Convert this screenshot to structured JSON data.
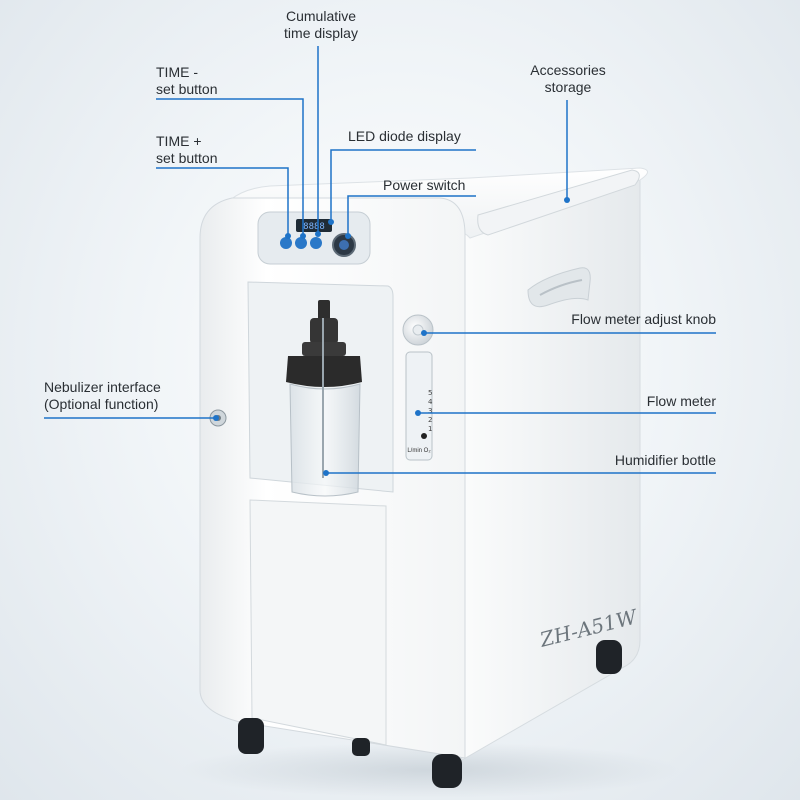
{
  "labels": {
    "cumulative_time_display": "Cumulative\ntime display",
    "time_minus": "TIME -\nset button",
    "time_plus": "TIME +\nset button",
    "led_display": "LED diode display",
    "power_switch": "Power switch",
    "accessories_storage": "Accessories\nstorage",
    "flow_knob": "Flow meter adjust knob",
    "flow_meter": "Flow meter",
    "humidifier": "Humidifier bottle",
    "nebulizer": "Nebulizer interface\n(Optional function)"
  },
  "device": {
    "model": "ZH-A51W",
    "flow_scale": [
      "5",
      "4",
      "3",
      "2",
      "1"
    ],
    "flow_unit": "L/min O₂"
  },
  "colors": {
    "leader_line": "#1e73c8",
    "marker_dot": "#1e73c8",
    "body": "#f7f8f9",
    "button": "#2a78c8"
  }
}
